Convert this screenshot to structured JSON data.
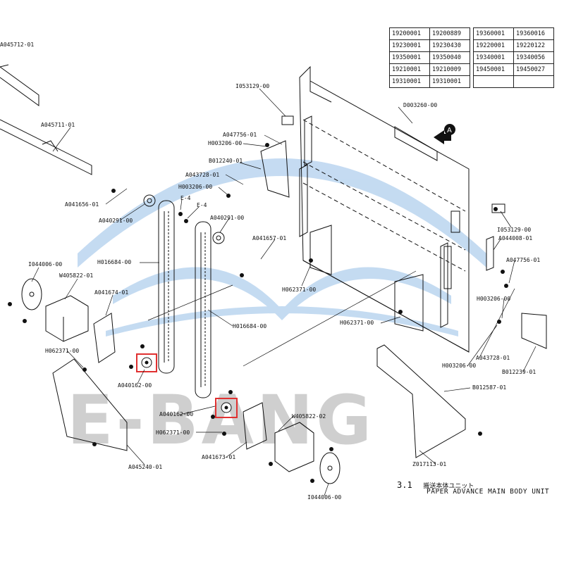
{
  "watermark": {
    "text": "E-BANG"
  },
  "serial_table": {
    "left": [
      [
        "19200001",
        "19200889"
      ],
      [
        "19230001",
        "19230430"
      ],
      [
        "19350001",
        "19350040"
      ],
      [
        "19210001",
        "19210009"
      ],
      [
        "19310001",
        "19310001"
      ]
    ],
    "right": [
      [
        "19360001",
        "19360016"
      ],
      [
        "19220001",
        "19220122"
      ],
      [
        "19340001",
        "19340056"
      ],
      [
        "19450001",
        "19450027"
      ],
      [
        "",
        ""
      ]
    ]
  },
  "caption": {
    "number": "3.1",
    "title_jp": "搬送本体ユニット",
    "title_en": "PAPER ADVANCE MAIN BODY UNIT"
  },
  "view_marker": {
    "letter": "A"
  },
  "labels": {
    "a045712": "A045712-01",
    "a045711": "A045711-01",
    "a041656": "A041656-01",
    "a040291_l": "A040291-00",
    "h016684_l": "H016684-00",
    "i044006_l": "I044006-00",
    "w405822_01": "W405822-01",
    "a041674": "A041674-01",
    "h062371_l": "H062371-00",
    "a040162_l": "A040162-00",
    "a045240": "A045240-01",
    "i053129_top": "I053129-00",
    "a047756_top": "A047756-01",
    "h003206_top": "H003206-00",
    "b012240": "B012240-01",
    "a043728_top": "A043728-01",
    "h003206_mid": "H003206-00",
    "e4_a": "E-4",
    "e4_b": "E-4",
    "a040291_r": "A040291-00",
    "a041657": "A041657-01",
    "h062371_mid": "H062371-00",
    "h016684_r": "H016684-00",
    "d003260": "D003260-00",
    "i053129_right": "I053129-00",
    "a044008": "A044008-01",
    "a047756_right": "A047756-01",
    "h003206_right": "H003206-00",
    "h062371_right": "H062371-00",
    "a043728_right": "A043728-01",
    "h003206_low": "H003206-00",
    "b012239": "B012239-01",
    "b012587": "B012587-01",
    "a040162_r": "A040162-00",
    "h062371_low": "H062371-00",
    "a041673": "A041673-01",
    "w405822_02": "W405822-02",
    "i044006_r": "I044006-00",
    "z017113": "Z017113-01"
  },
  "highlight_color": "#e03030",
  "watermark_color": "#2f7fd0"
}
